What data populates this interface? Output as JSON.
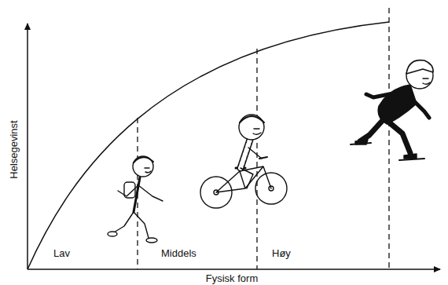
{
  "diagram": {
    "labels": [
      "Helsegevinst",
      "Fysisk form",
      "Lav",
      "Middels",
      "Høy"
    ]
  }
}
